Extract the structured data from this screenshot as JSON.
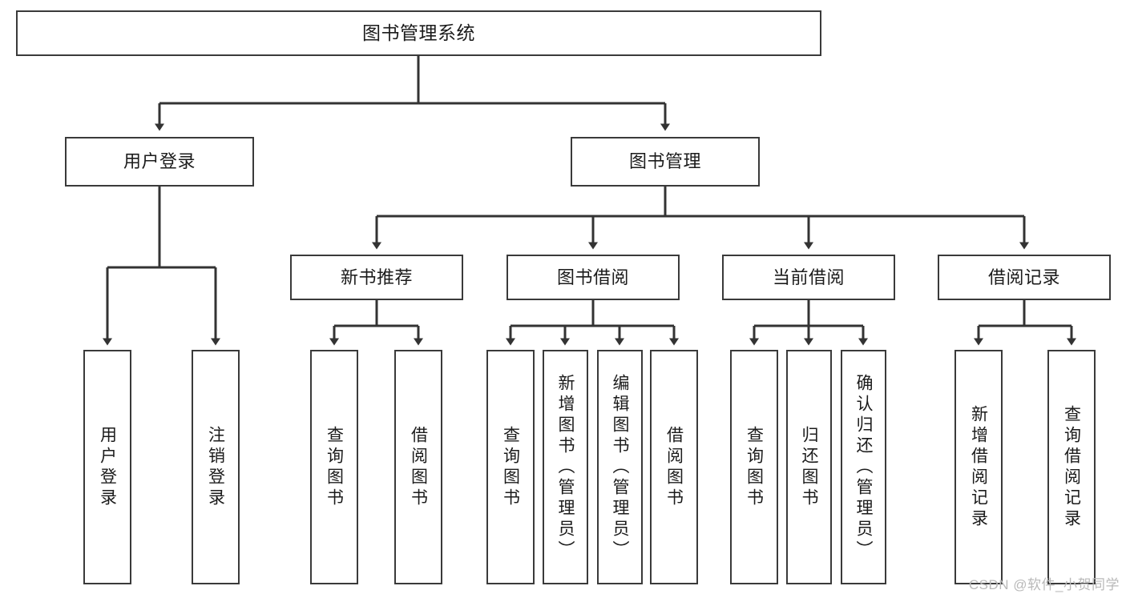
{
  "diagram": {
    "title_text": "图书管理系统",
    "type": "tree-hierarchy",
    "colors": {
      "box_border": "#3a3a3a",
      "box_fill": "#ffffff",
      "connector": "#333333",
      "text": "#1b1b1b",
      "watermark": "#b9b9b9"
    },
    "watermark": "CSDN @软件_小贺同学",
    "levels": {
      "level1": [
        {
          "id": "root",
          "label": "图书管理系统"
        }
      ],
      "level2": [
        {
          "id": "user-login",
          "label": "用户登录"
        },
        {
          "id": "book-manage",
          "label": "图书管理"
        }
      ],
      "level3": [
        {
          "id": "new-book-rec",
          "label": "新书推荐",
          "parent": "book-manage"
        },
        {
          "id": "book-borrow",
          "label": "图书借阅",
          "parent": "book-manage"
        },
        {
          "id": "current-borrow",
          "label": "当前借阅",
          "parent": "book-manage"
        },
        {
          "id": "borrow-record",
          "label": "借阅记录",
          "parent": "book-manage"
        }
      ],
      "level4": [
        {
          "id": "leaf-user-login",
          "label": "用户登录",
          "parent": "user-login"
        },
        {
          "id": "leaf-logout",
          "label": "注销登录",
          "parent": "user-login"
        },
        {
          "id": "leaf-query-book-1",
          "label": "查询图书",
          "parent": "new-book-rec"
        },
        {
          "id": "leaf-borrow-book-1",
          "label": "借阅图书",
          "parent": "new-book-rec"
        },
        {
          "id": "leaf-query-book-2",
          "label": "查询图书",
          "parent": "book-borrow"
        },
        {
          "id": "leaf-add-book",
          "label": "新增图书（管理员）",
          "parent": "book-borrow"
        },
        {
          "id": "leaf-edit-book",
          "label": "编辑图书（管理员）",
          "parent": "book-borrow"
        },
        {
          "id": "leaf-borrow-book-2",
          "label": "借阅图书",
          "parent": "book-borrow"
        },
        {
          "id": "leaf-query-book-3",
          "label": "查询图书",
          "parent": "current-borrow"
        },
        {
          "id": "leaf-return-book",
          "label": "归还图书",
          "parent": "current-borrow"
        },
        {
          "id": "leaf-confirm-return",
          "label": "确认归还（管理员）",
          "parent": "current-borrow"
        },
        {
          "id": "leaf-add-record",
          "label": "新增借阅记录",
          "parent": "borrow-record"
        },
        {
          "id": "leaf-query-record",
          "label": "查询借阅记录",
          "parent": "borrow-record"
        }
      ]
    }
  }
}
